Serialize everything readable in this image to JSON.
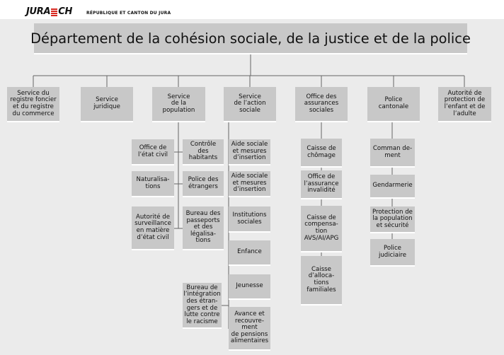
{
  "header": {
    "logo_left": "JURA",
    "logo_right": "CH",
    "caption": "RÉPUBLIQUE ET CANTON DU JURA"
  },
  "title": "Département de la cohésion sociale, de la justice et de la police",
  "services": [
    "Service du\nregistre foncier\net du registre\ndu commerce",
    "Service\njuridique",
    "Service\nde la\npopulation",
    "Service\nde l’action\nsociale",
    "Office des\nassurances\nsociales",
    "Police\ncantonale",
    "Autorité de\nprotection de\nl’enfant et de\nl’adulte"
  ],
  "population_units": {
    "left": [
      "Office de\nl’état civil",
      "Naturalisa-\ntions",
      "Autorité de\nsurveillance\nen matière\nd’état civil"
    ],
    "right": [
      "Contrôle\ndes\nhabitants",
      "Police des\nétrangers",
      "Bureau des\npasseports\net des\nlégalisa-\ntions"
    ]
  },
  "action_sociale_units": [
    "Aide sociale\net mesures\nd’insertion",
    "Aide sociale\net mesures\nd’insertion",
    "Institutions\nsociales",
    "Enfance",
    "Jeunesse",
    "Avance et\nrecouvre-\nment\nde pensions\nalimentaires"
  ],
  "integration_bureau": "Bureau de\nl’intégration\ndes étran-\ngers et de\nlutte contre\nle racisme",
  "assurances_units": [
    "Caisse de\nchômage",
    "Office de\nl’assurance\ninvalidité",
    "Caisse de\ncompensa-\ntion\nAVS/AI/APG",
    "Caisse\nd’alloca-\ntions\nfamiliales"
  ],
  "police_units": [
    "Comman de-\nment",
    "Gendarmerie",
    "Protection de\nla population\net sécurité",
    "Police\njudiciaire"
  ],
  "colors": {
    "box": "#c8c8c8",
    "background": "#ebebeb",
    "lines": "#666666",
    "logo_accent": "#d7261e"
  }
}
